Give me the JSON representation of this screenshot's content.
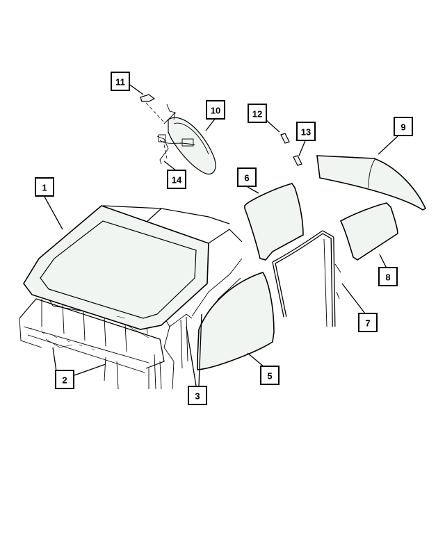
{
  "diagram": {
    "callouts": [
      {
        "id": "1",
        "label": "1"
      },
      {
        "id": "2",
        "label": "2"
      },
      {
        "id": "3",
        "label": "3"
      },
      {
        "id": "5",
        "label": "5"
      },
      {
        "id": "6",
        "label": "6"
      },
      {
        "id": "7",
        "label": "7"
      },
      {
        "id": "8",
        "label": "8"
      },
      {
        "id": "9",
        "label": "9"
      },
      {
        "id": "10",
        "label": "10"
      },
      {
        "id": "11",
        "label": "11"
      },
      {
        "id": "12",
        "label": "12"
      },
      {
        "id": "13",
        "label": "13"
      },
      {
        "id": "14",
        "label": "14"
      }
    ]
  }
}
